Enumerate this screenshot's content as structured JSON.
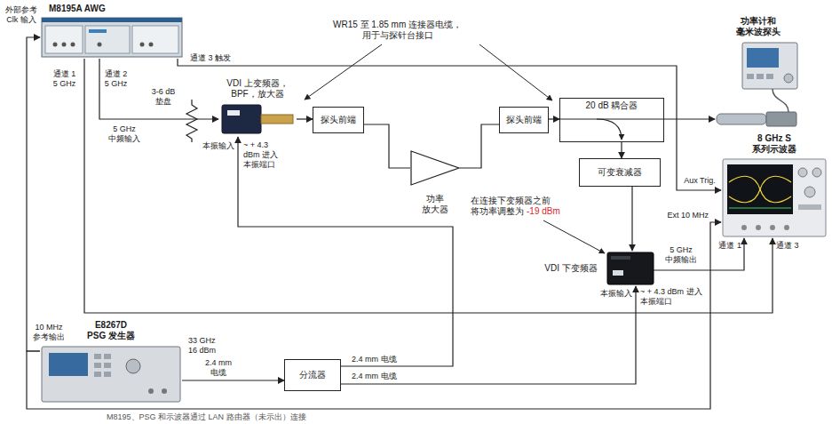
{
  "diagram": {
    "caption": "M8195、PSG 和示波器通过 LAN 路由器（未示出）连接",
    "nodes": [
      {
        "text": [
          "M8195A AWG"
        ]
      },
      {
        "text": [
          "VDI 上变频器， BPF，放大器"
        ]
      },
      {
        "text": [
          "探头前端"
        ]
      },
      {
        "text": [
          "功率 放大器"
        ]
      },
      {
        "text": [
          "探头前端"
        ]
      },
      {
        "text": [
          "20 dB 耦合器"
        ]
      },
      {
        "text": [
          "功率计和 毫米波探头"
        ]
      },
      {
        "text": [
          "可变衰减器"
        ]
      },
      {
        "text": [
          "8 GHz S 系列示波器"
        ]
      },
      {
        "text": [
          "VDI 下变频器"
        ]
      },
      {
        "text": [
          "E8267D PSG 发生器"
        ]
      },
      {
        "text": [
          "分流器"
        ]
      }
    ],
    "edges": [
      {
        "from": 0,
        "to": 1,
        "arrow": "to"
      },
      {
        "from": 1,
        "to": 2,
        "arrow": "to"
      },
      {
        "from": 2,
        "to": 3,
        "arrow": "none"
      },
      {
        "from": 3,
        "to": 4,
        "arrow": "none"
      },
      {
        "from": 4,
        "to": 5,
        "arrow": "to"
      },
      {
        "from": 5,
        "to": 6,
        "arrow": "to"
      },
      {
        "from": 5,
        "to": 7,
        "arrow": "to"
      },
      {
        "from": 7,
        "to": 9,
        "arrow": "to"
      },
      {
        "from": 9,
        "to": 8,
        "arrow": "to"
      },
      {
        "from": 0,
        "to": 8,
        "arrow": "to"
      },
      {
        "from": 0,
        "to": 8,
        "arrow": "to"
      },
      {
        "from": 10,
        "to": 0,
        "arrow": "to"
      },
      {
        "from": 10,
        "to": 8,
        "arrow": "to"
      },
      {
        "from": 10,
        "to": 11,
        "label": "2.4 mm 电缆",
        "arrow": "to"
      },
      {
        "from": 11,
        "to": 1,
        "label": "2.4 mm 电缆",
        "arrow": "to"
      },
      {
        "from": 11,
        "to": 9,
        "label": "2.4 mm 电缆",
        "arrow": "to"
      }
    ],
    "labels": [
      "外部参考 Clk 输入",
      "通道 3 触发",
      "WR15 至 1.85 mm 连接器电缆， 用于与探针台接口",
      "通道 1 5 GHz",
      "通道 2 5 GHz",
      "3-6 dB 垫盘",
      "5 GHz 中频输入",
      "本振输入",
      "~ + 4.3 dBm 进入 本振端口",
      "Aux Trig.",
      "Ext 10 MHz",
      "在连接下变频器之前 将功率调整为",
      "-19 dBm",
      "5 GHz 中频输出",
      "通道 1",
      "通道 3",
      "本振输入",
      "~ + 4.3 dBm 进入 本振端口",
      "10 MHz 参考输出",
      "33 GHz 16 dBm"
    ]
  }
}
